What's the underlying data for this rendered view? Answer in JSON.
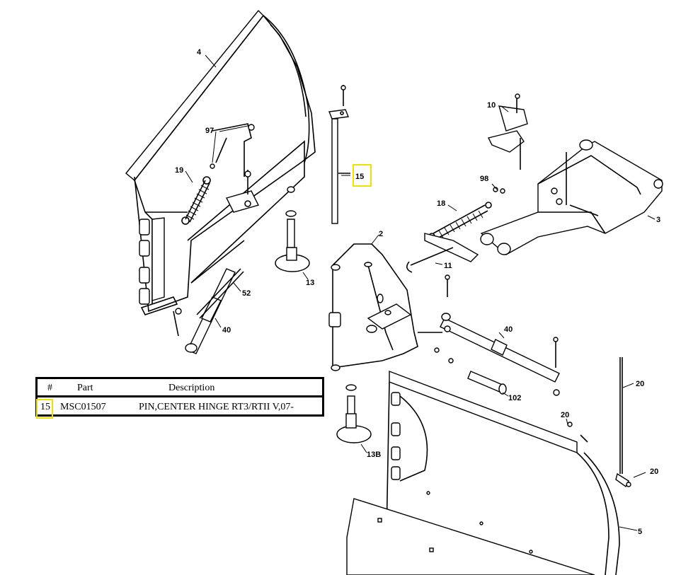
{
  "callouts": {
    "c4": "4",
    "c97": "97",
    "c19": "19",
    "c52": "52",
    "c40a": "40",
    "c13": "13",
    "c15": "15",
    "c2": "2",
    "c10": "10",
    "c98": "98",
    "c18": "18",
    "c11": "11",
    "c3": "3",
    "c40b": "40",
    "c102": "102",
    "c13b": "13B",
    "c20a": "20",
    "c20b": "20",
    "c20c": "20",
    "c5": "5"
  },
  "table": {
    "headers": {
      "num": "#",
      "part": "Part",
      "description": "Description"
    },
    "rows": [
      {
        "num": "15",
        "part": "MSC01507",
        "description": "PIN,CENTER HINGE RT3/RTII V,07-"
      }
    ]
  },
  "highlight_color": "#f0e000"
}
